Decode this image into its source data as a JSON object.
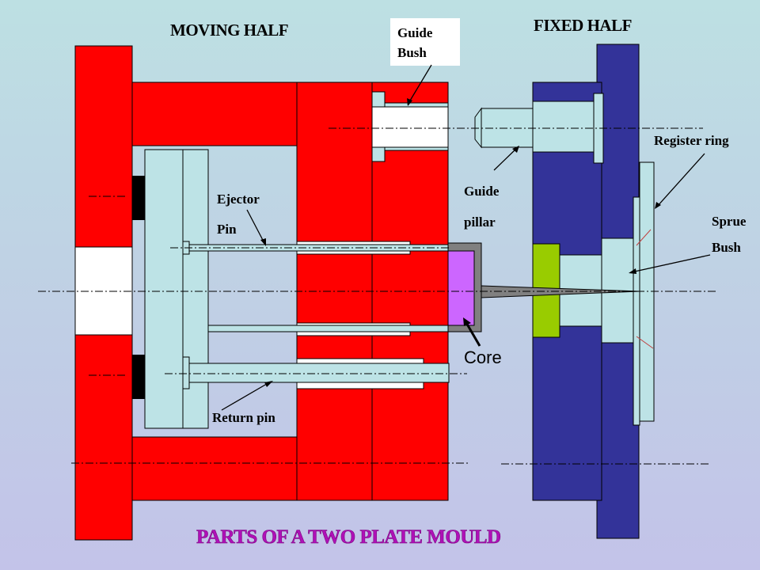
{
  "slide": {
    "title": "PARTS OF A TWO PLATE MOULD",
    "title_color": "#b010b8"
  },
  "headers": {
    "moving_half": "MOVING HALF",
    "fixed_half": "FIXED HALF"
  },
  "labels": {
    "guide_bush_line1": "Guide",
    "guide_bush_line2": "Bush",
    "guide_pillar_line1": "Guide",
    "guide_pillar_line2": "pillar",
    "ejector_pin_line1": "Ejector",
    "ejector_pin_line2": "Pin",
    "register_ring": "Register ring",
    "sprue_bush_line1": "Sprue",
    "sprue_bush_line2": "Bush",
    "core": "Core",
    "return_pin": "Return pin"
  },
  "colors": {
    "moving_half": "#ff0000",
    "fixed_half": "#333399",
    "core": "#cc66ff",
    "cavity_insert": "#99cc00",
    "pins_and_plates": "#bde3e6",
    "sprue": "#808080"
  }
}
